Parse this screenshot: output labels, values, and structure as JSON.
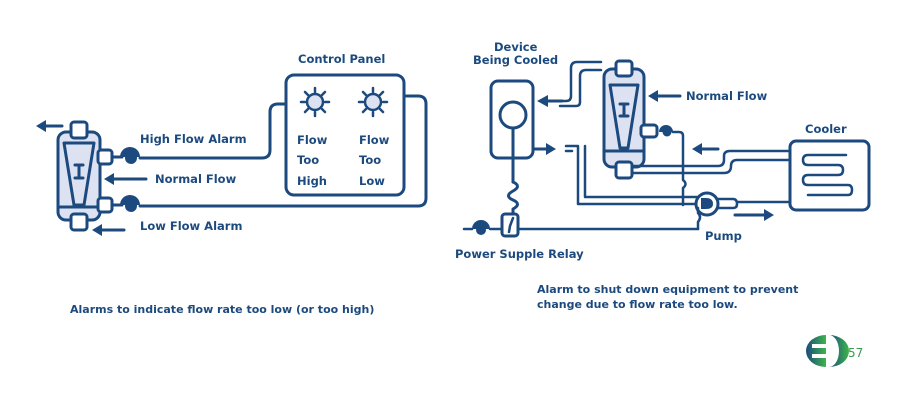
{
  "left_diagram": {
    "labels": {
      "high_flow_alarm": "High Flow Alarm",
      "normal_flow": "Normal Flow",
      "low_flow_alarm": "Low Flow Alarm",
      "control_panel": "Control Panel"
    },
    "control_panel": {
      "indicators": [
        {
          "lines": [
            "Flow",
            "Too",
            "High"
          ]
        },
        {
          "lines": [
            "Flow",
            "Too",
            "Low"
          ]
        }
      ]
    },
    "caption": "Alarms to indicate flow rate too low (or too high)"
  },
  "right_diagram": {
    "labels": {
      "device_line1": "Device",
      "device_line2": "Being Cooled",
      "normal_flow": "Normal Flow",
      "cooler": "Cooler",
      "pump": "Pump",
      "relay": "Power Supple Relay"
    },
    "caption_line1": "Alarm to shut down equipment to prevent",
    "caption_line2": "change due to flow rate too low."
  },
  "logo": {
    "number": "57",
    "colors": {
      "start": "#1c4a7e",
      "end": "#3cb54a"
    }
  },
  "colors": {
    "primary": "#1c4a7e",
    "meter_fill": "#dde2f3"
  }
}
